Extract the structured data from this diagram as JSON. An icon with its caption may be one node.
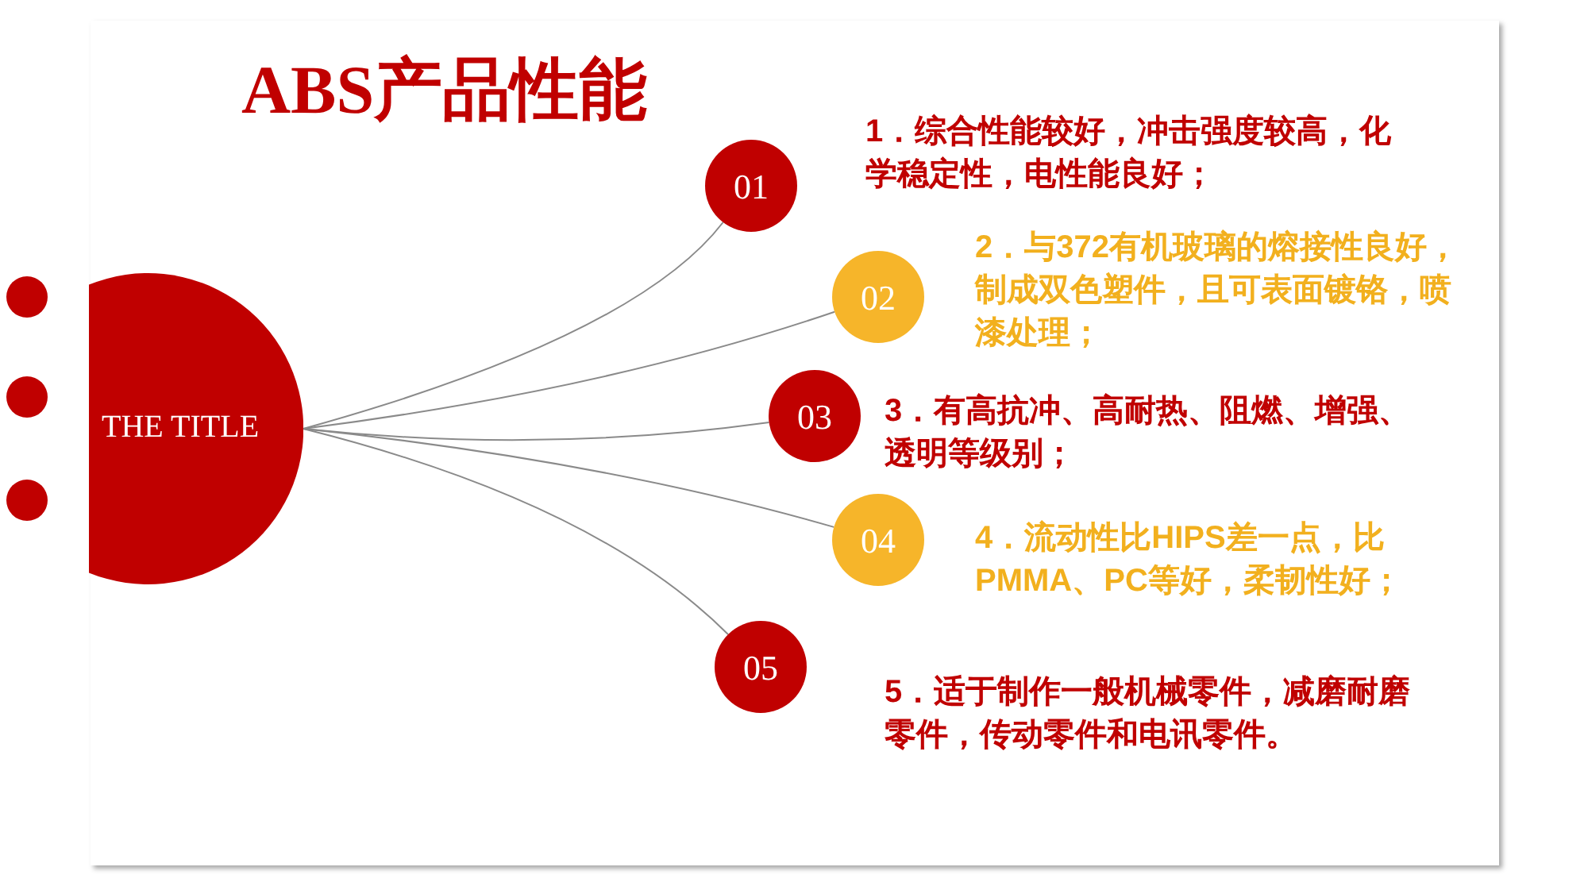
{
  "diagram": {
    "title": "ABS产品性能",
    "nodes": [
      {
        "text": [],
        "shape": "circle"
      },
      {
        "text": [],
        "shape": "circle"
      },
      {
        "text": [],
        "shape": "circle"
      },
      {
        "text": [
          "THE TITLE"
        ]
      },
      {
        "text": [
          "01"
        ],
        "beside": [
          "1．综合性能较好，冲击强度较高，化学稳定性，电性能良好；"
        ]
      },
      {
        "text": [
          "02"
        ],
        "beside": [
          "2．与372有机玻璃的熔接性良好，制成双色塑件，且可表面镀铬，喷漆处理；"
        ]
      },
      {
        "text": [
          "03"
        ],
        "beside": [
          "3．有高抗冲、高耐热、阻燃、增强、透明等级别；"
        ]
      },
      {
        "text": [
          "04"
        ],
        "beside": [
          "4．流动性比HIPS差一点，比PMMA、PC等好，柔韧性好；"
        ]
      },
      {
        "text": [
          "05"
        ],
        "beside": [
          "5．适于制作一般机械零件，减磨耐磨零件，传动零件和电讯零件。"
        ]
      }
    ],
    "edges": [
      {
        "from": 3,
        "to": 4,
        "arrow": "none"
      },
      {
        "from": 3,
        "to": 5,
        "arrow": "none"
      },
      {
        "from": 3,
        "to": 6,
        "arrow": "none"
      },
      {
        "from": 3,
        "to": 7,
        "arrow": "none"
      },
      {
        "from": 3,
        "to": 8,
        "arrow": "none"
      }
    ]
  }
}
